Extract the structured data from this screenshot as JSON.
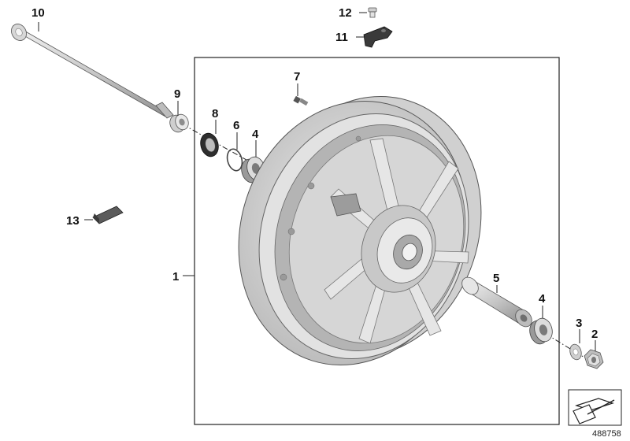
{
  "diagram": {
    "callouts": {
      "p1": "1",
      "p2": "2",
      "p3": "3",
      "p4a": "4",
      "p4b": "4",
      "p5": "5",
      "p6": "6",
      "p7": "7",
      "p8": "8",
      "p9": "9",
      "p10": "10",
      "p11": "11",
      "p12": "12",
      "p13": "13"
    },
    "document_number": "488758",
    "colors": {
      "metal_light": "#e4e4e4",
      "metal_mid": "#c2c2c2",
      "metal_dark": "#8e8e8e",
      "line": "#222222",
      "rubber": "#3a3a3a"
    },
    "icons": [
      "assembly-arrow-icon"
    ]
  }
}
